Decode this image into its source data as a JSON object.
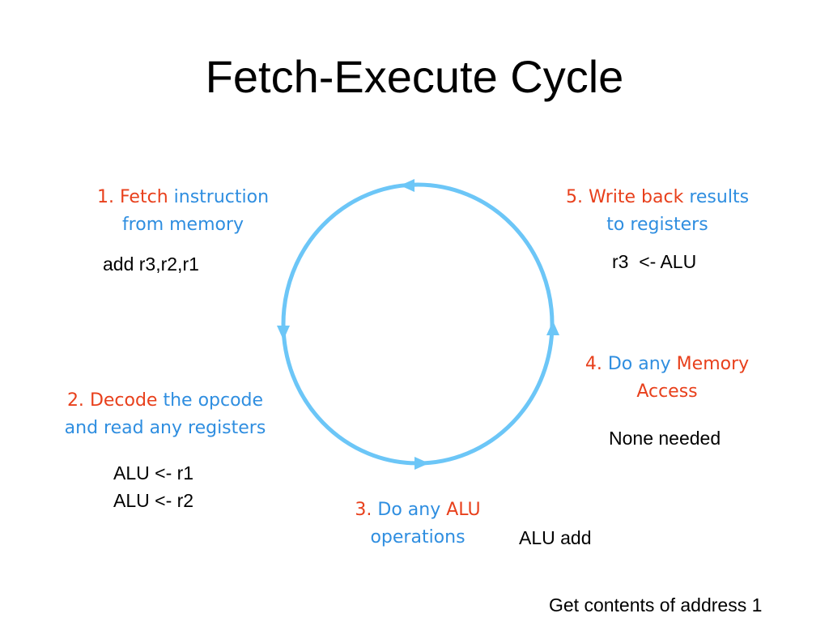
{
  "title": "Fetch-Execute Cycle",
  "colors": {
    "accent_red": "#e8401c",
    "accent_blue": "#2f8ee0",
    "cycle": "#6cc6f7"
  },
  "steps": [
    {
      "num": "1.",
      "action": "Fetch",
      "detail_line1": "instruction",
      "detail_line2": "from memory",
      "example": "add r3,r2,r1"
    },
    {
      "num": "2.",
      "action": "Decode",
      "detail_line1": "the opcode",
      "detail_line2": "and read any registers",
      "example_line1": "ALU <- r1",
      "example_line2": "ALU <- r2"
    },
    {
      "num": "3.",
      "lead": "Do any",
      "target": "ALU",
      "detail_line2": "operations",
      "example": "ALU add"
    },
    {
      "num": "4.",
      "lead": "Do any",
      "target": "Memory",
      "detail_line2": "Access",
      "example": "None needed"
    },
    {
      "num": "5.",
      "action": "Write back",
      "detail_line1": "results",
      "detail_line2": "to registers",
      "example": "r3  <- ALU"
    }
  ],
  "footer": "Get contents of address 1"
}
